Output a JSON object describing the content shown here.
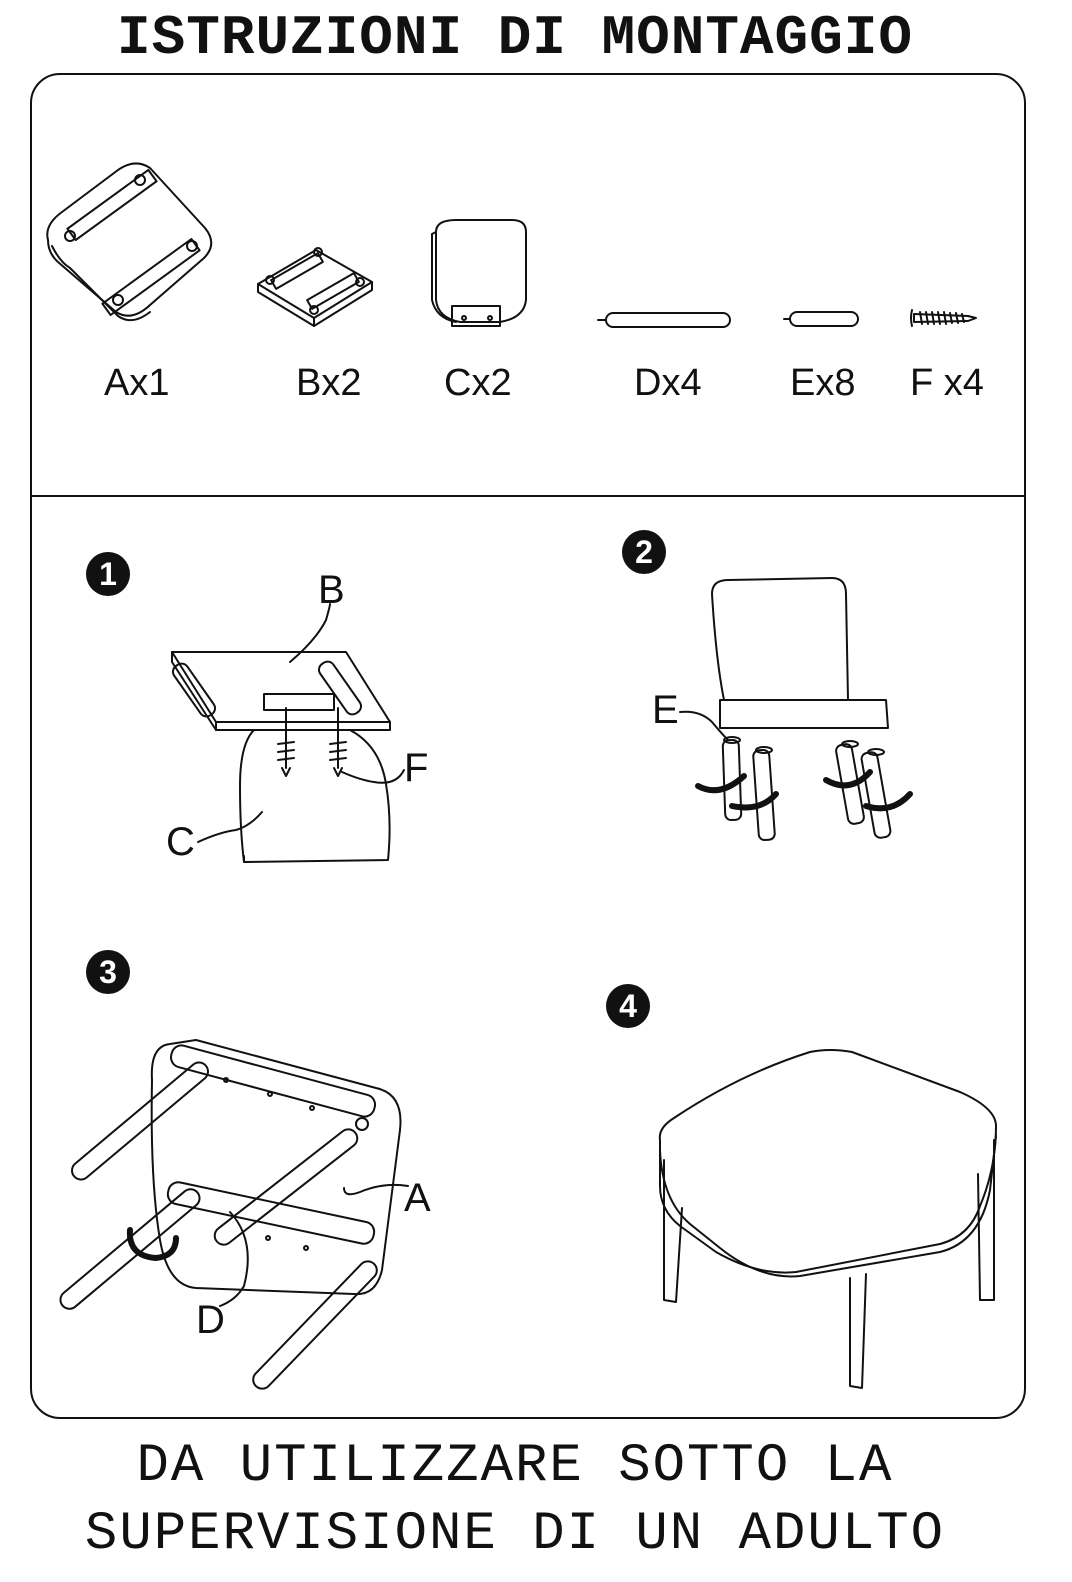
{
  "title": "ISTRUZIONI DI MONTAGGIO",
  "parts": [
    {
      "code": "A",
      "label": "Ax1",
      "icon": "seat-board-icon"
    },
    {
      "code": "B",
      "label": "Bx2",
      "icon": "bracket-plate-icon"
    },
    {
      "code": "C",
      "label": "Cx2",
      "icon": "backrest-icon"
    },
    {
      "code": "D",
      "label": "Dx4",
      "icon": "long-leg-icon"
    },
    {
      "code": "E",
      "label": "Ex8",
      "icon": "short-leg-icon"
    },
    {
      "code": "F",
      "label": "F x4",
      "icon": "screw-icon"
    }
  ],
  "steps": [
    {
      "number": "1",
      "callouts": [
        "B",
        "F",
        "C"
      ]
    },
    {
      "number": "2",
      "callouts": [
        "E"
      ]
    },
    {
      "number": "3",
      "callouts": [
        "A",
        "D"
      ]
    },
    {
      "number": "4",
      "callouts": []
    }
  ],
  "footer": {
    "line1": "DA UTILIZZARE SOTTO LA",
    "line2": "SUPERVISIONE DI UN ADULTO"
  }
}
